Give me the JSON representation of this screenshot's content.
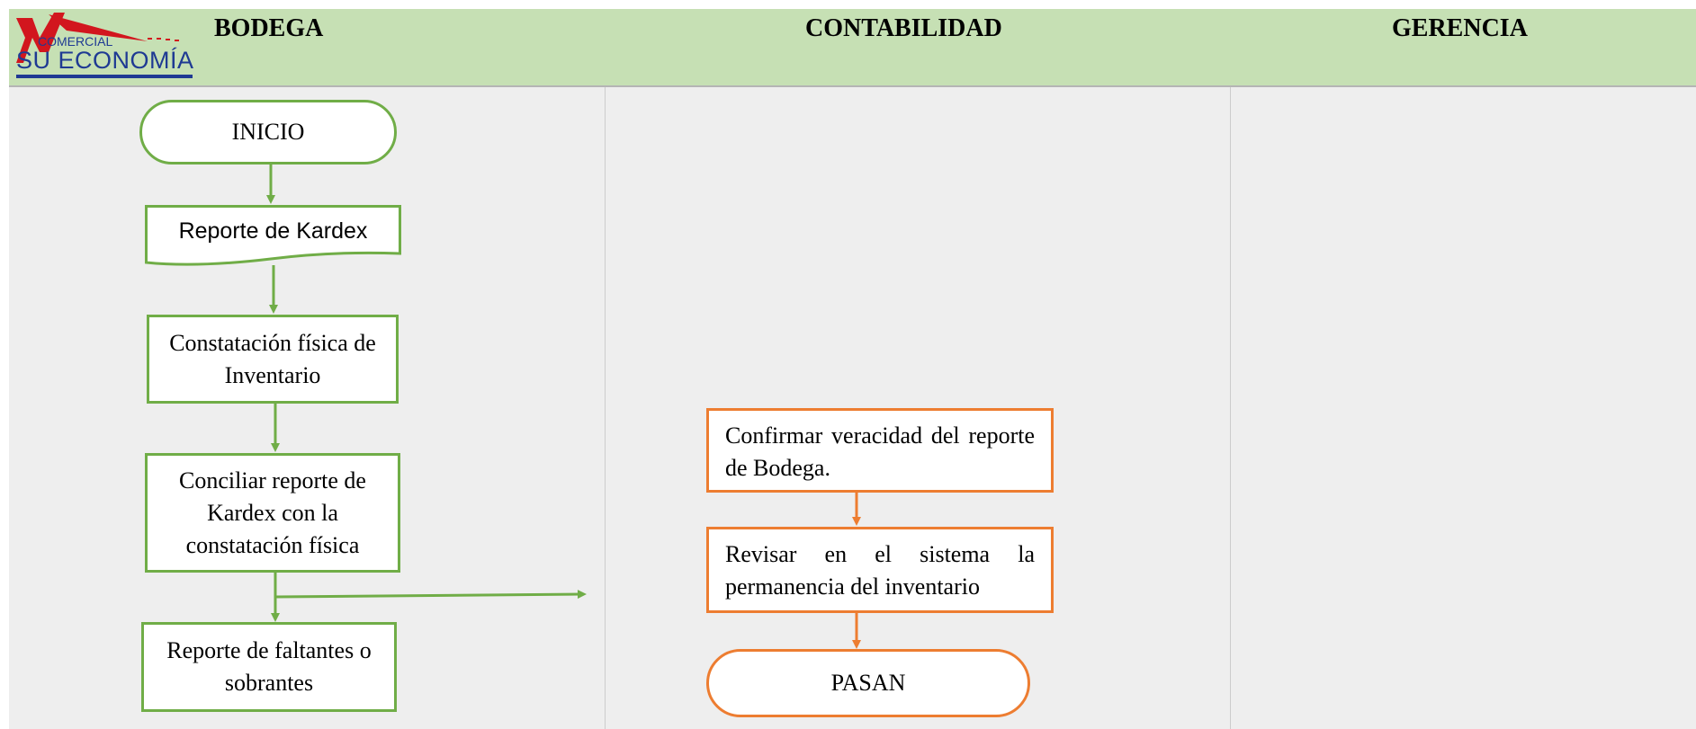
{
  "logo": {
    "line1": "COMERCIAL",
    "line2": "SU ECONOMÍA"
  },
  "lanes": [
    {
      "title": "BODEGA"
    },
    {
      "title": "CONTABILIDAD"
    },
    {
      "title": "GERENCIA"
    }
  ],
  "nodes": {
    "inicio": "INICIO",
    "kardex": "Reporte de Kardex",
    "constatacion": "Constatación física de Inventario",
    "conciliar": "Conciliar reporte de Kardex con la constatación física",
    "faltantes": "Reporte de faltantes o sobrantes",
    "confirmar": "Confirmar veracidad del reporte de Bodega.",
    "revisar": "Revisar en el sistema la permanencia del inventario",
    "pasan": "PASAN"
  },
  "colors": {
    "header": "#c6e0b4",
    "lane": "#eeeeee",
    "green": "#70ad47",
    "orange": "#ed7d31"
  }
}
